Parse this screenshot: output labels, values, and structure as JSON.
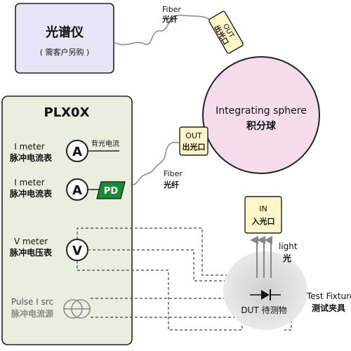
{
  "spectrometer": {
    "title": "光谱仪",
    "subtitle": "( 需客户另购 )"
  },
  "fiber_top": {
    "en": "Fiber",
    "cn": "光纤"
  },
  "fiber_mid": {
    "en": "Fiber",
    "cn": "光纤"
  },
  "sphere": {
    "title_en": "Integrating sphere",
    "title_cn": "积分球"
  },
  "port_out_top": {
    "en": "OUT",
    "cn": "出光口"
  },
  "port_out_left": {
    "en": "OUT",
    "cn": "出光口"
  },
  "port_in": {
    "en": "IN",
    "cn": "入光口"
  },
  "plx": {
    "title": "PLX0X",
    "imeter1": {
      "en": "I meter",
      "cn": "脉冲电流表",
      "symbol": "A",
      "side_label": "背光电流"
    },
    "imeter2": {
      "en": "I meter",
      "cn": "脉冲电流表",
      "symbol": "A",
      "pd": "PD"
    },
    "vmeter": {
      "en": "V meter",
      "cn": "脉冲电压表",
      "symbol": "V"
    },
    "pulse": {
      "en": "Pulse I src",
      "cn": "脉冲电流源"
    }
  },
  "light": {
    "en": "light",
    "cn": "光"
  },
  "dut": {
    "label": "DUT 待测物"
  },
  "fixture": {
    "en": "Test Fixture",
    "cn": "测试夹具"
  },
  "colors": {
    "spectrometer_fill": "#e6e4f6",
    "sphere_fill": "#f4dcec",
    "plx_fill": "#e9eedf",
    "port_fill": "#fdf6c8",
    "pd_fill": "#1d8a36",
    "fixture_fill": "#d6d6d6",
    "pulse_icon": "#8a8a8a"
  }
}
